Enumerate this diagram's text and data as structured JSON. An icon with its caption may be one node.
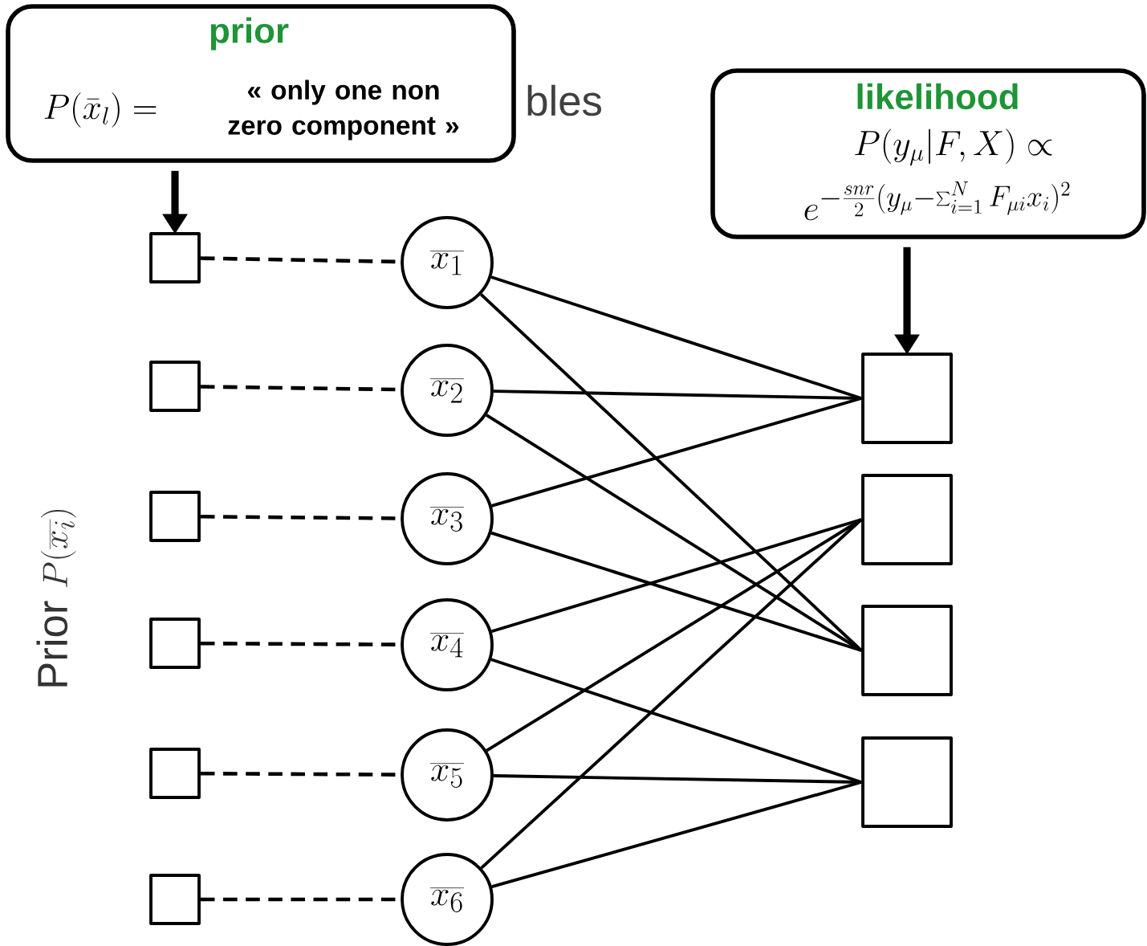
{
  "diagram": {
    "nodes": [
      {
        "text": [
          "prior",
          "P(\\bar{x}_l) =",
          "« only one non zero component »"
        ]
      },
      {
        "text": [
          "likelihood",
          "P(y_\\mu|F,X) \\propto",
          "e^{-\\frac{snr}{2}(y_\\mu - \\sum_{i=1}^N F_{\\mu i} x_i)^2}"
        ]
      },
      {
        "text": [],
        "shape": "box"
      },
      {
        "text": [],
        "shape": "box"
      },
      {
        "text": [],
        "shape": "box"
      },
      {
        "text": [],
        "shape": "box"
      },
      {
        "text": [],
        "shape": "box"
      },
      {
        "text": [],
        "shape": "box"
      },
      {
        "text": [
          "\\overline{x_1}"
        ]
      },
      {
        "text": [
          "\\overline{x_2}"
        ]
      },
      {
        "text": [
          "\\overline{x_3}"
        ]
      },
      {
        "text": [
          "\\overline{x_4}"
        ]
      },
      {
        "text": [
          "\\overline{x_5}"
        ]
      },
      {
        "text": [
          "\\overline{x_6}"
        ]
      },
      {
        "text": [],
        "shape": "box"
      },
      {
        "text": [],
        "shape": "box"
      },
      {
        "text": [],
        "shape": "box"
      },
      {
        "text": [],
        "shape": "box"
      }
    ],
    "edges": [
      {
        "from": 0,
        "to": 2,
        "arrow": "to",
        "style": "thick"
      },
      {
        "from": 1,
        "to": 14,
        "arrow": "to",
        "style": "thick"
      },
      {
        "from": 2,
        "to": 8,
        "arrow": "none",
        "style": "dashed"
      },
      {
        "from": 3,
        "to": 9,
        "arrow": "none",
        "style": "dashed"
      },
      {
        "from": 4,
        "to": 10,
        "arrow": "none",
        "style": "dashed"
      },
      {
        "from": 5,
        "to": 11,
        "arrow": "none",
        "style": "dashed"
      },
      {
        "from": 6,
        "to": 12,
        "arrow": "none",
        "style": "dashed"
      },
      {
        "from": 7,
        "to": 13,
        "arrow": "none",
        "style": "dashed"
      },
      {
        "from": 8,
        "to": 14,
        "arrow": "none"
      },
      {
        "from": 8,
        "to": 16,
        "arrow": "none"
      },
      {
        "from": 9,
        "to": 14,
        "arrow": "none"
      },
      {
        "from": 9,
        "to": 16,
        "arrow": "none"
      },
      {
        "from": 10,
        "to": 14,
        "arrow": "none"
      },
      {
        "from": 10,
        "to": 16,
        "arrow": "none"
      },
      {
        "from": 11,
        "to": 15,
        "arrow": "none"
      },
      {
        "from": 11,
        "to": 17,
        "arrow": "none"
      },
      {
        "from": 12,
        "to": 15,
        "arrow": "none"
      },
      {
        "from": 12,
        "to": 17,
        "arrow": "none"
      },
      {
        "from": 13,
        "to": 15,
        "arrow": "none"
      },
      {
        "from": 13,
        "to": 17,
        "arrow": "none"
      }
    ],
    "labels": [
      "bles",
      "Prior",
      "P(\\overline{x_i})"
    ]
  }
}
